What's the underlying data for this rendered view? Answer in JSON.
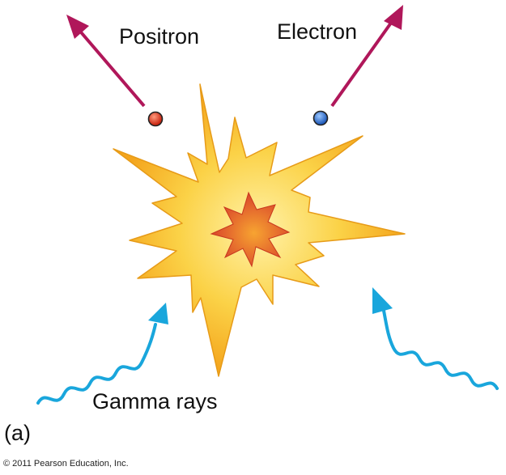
{
  "labels": {
    "positron": "Positron",
    "electron": "Electron",
    "gamma_rays": "Gamma rays",
    "panel": "(a)",
    "copyright": "© 2011 Pearson Education, Inc."
  },
  "colors": {
    "arrow": "#b0175a",
    "photon": "#19a6dc",
    "positron": "#d63a1f",
    "electron": "#2a6fd0",
    "burst_outer": "#f9c22e",
    "burst_core": "#e2542a"
  }
}
